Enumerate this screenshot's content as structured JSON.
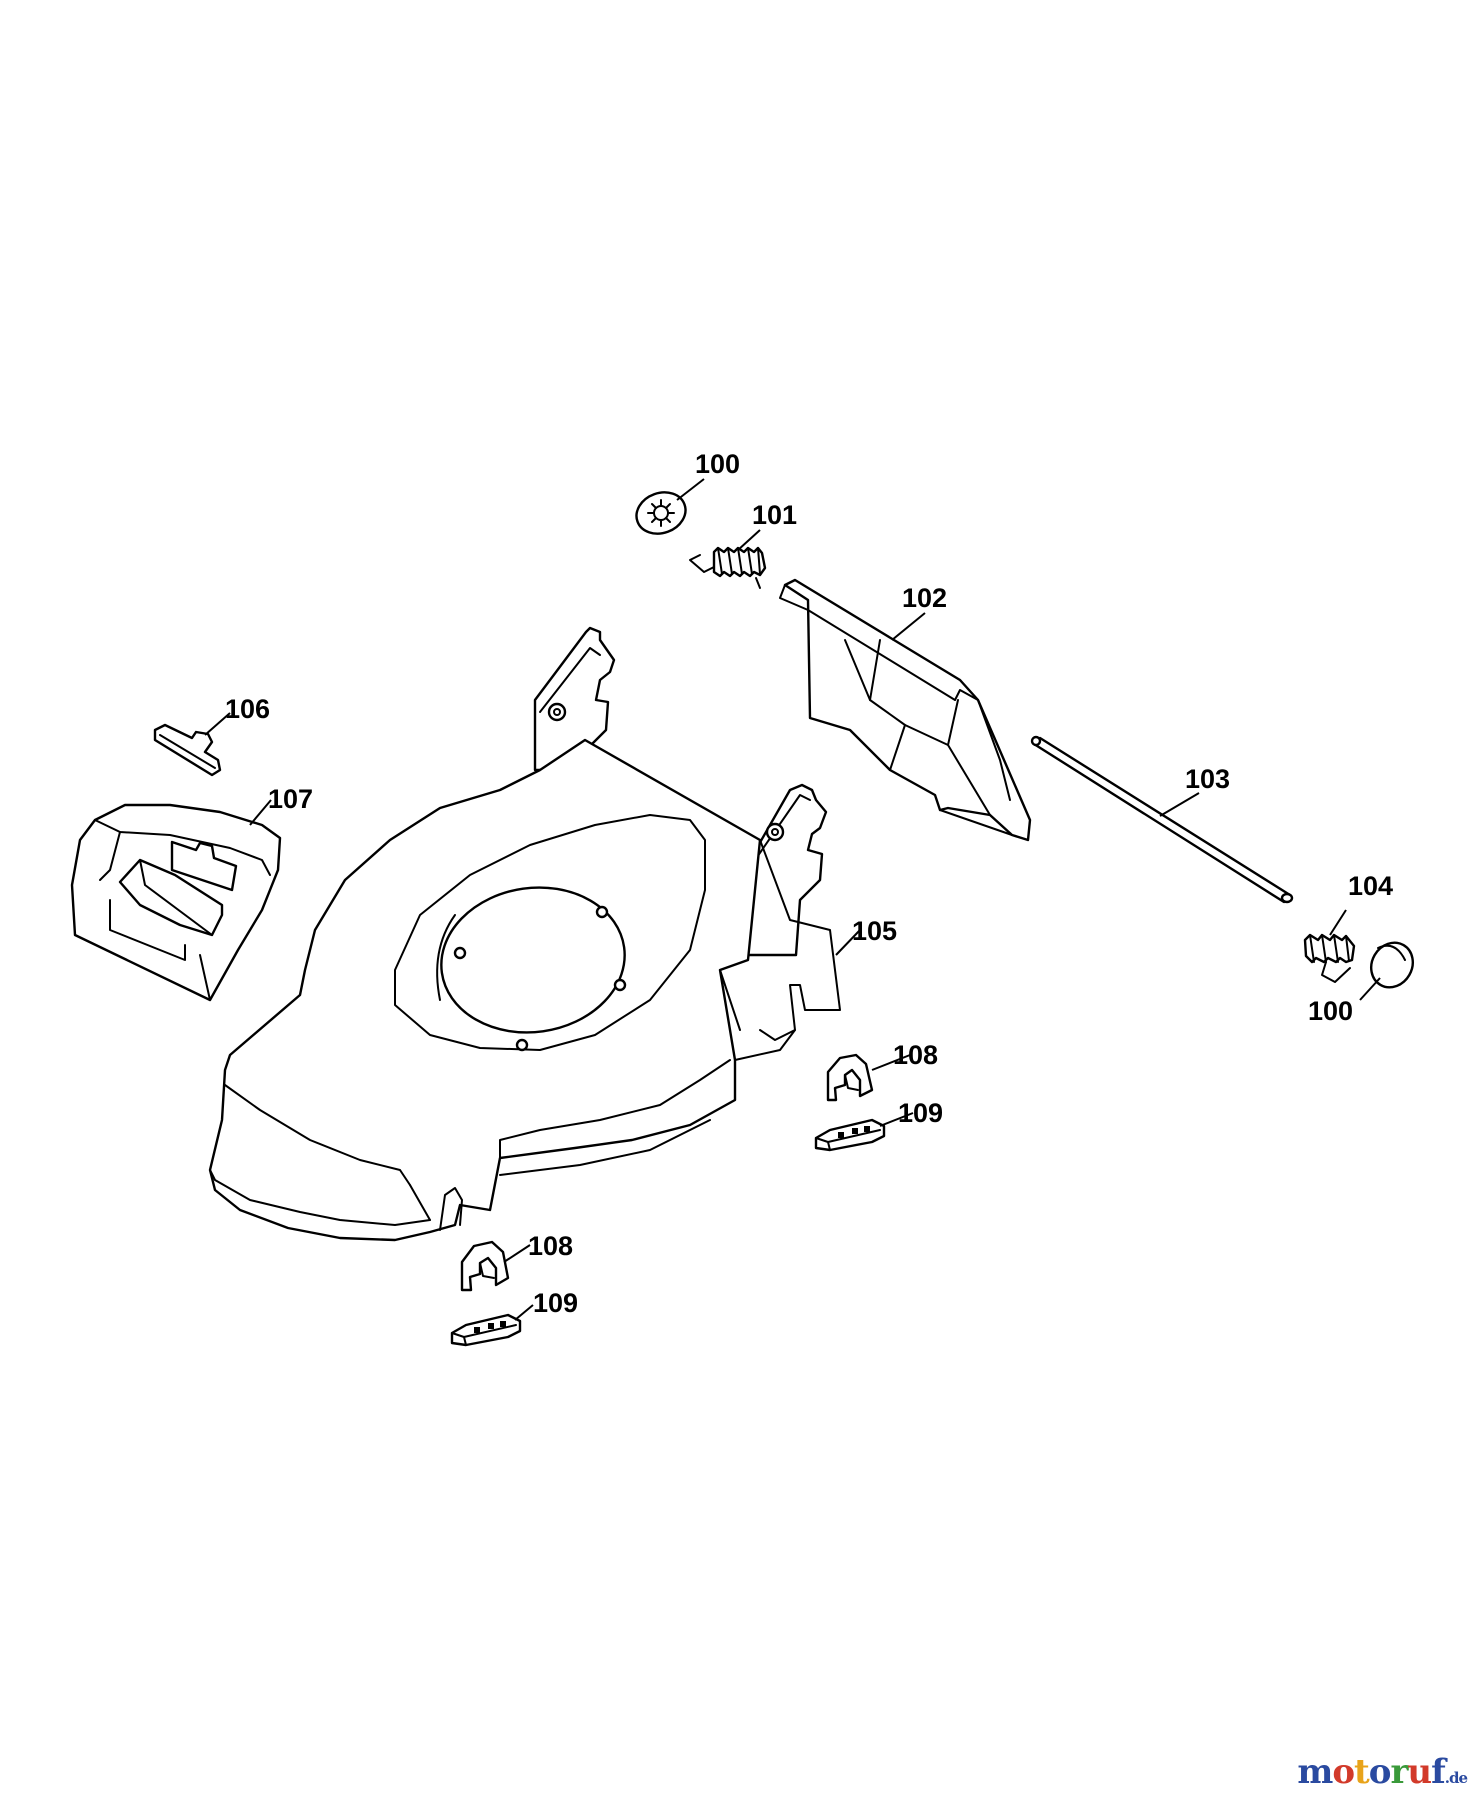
{
  "callouts": [
    {
      "id": "c100a",
      "label": "100"
    },
    {
      "id": "c101",
      "label": "101"
    },
    {
      "id": "c102",
      "label": "102"
    },
    {
      "id": "c103",
      "label": "103"
    },
    {
      "id": "c104",
      "label": "104"
    },
    {
      "id": "c100b",
      "label": "100"
    },
    {
      "id": "c105",
      "label": "105"
    },
    {
      "id": "c106",
      "label": "106"
    },
    {
      "id": "c107",
      "label": "107"
    },
    {
      "id": "c108a",
      "label": "108"
    },
    {
      "id": "c109a",
      "label": "109"
    },
    {
      "id": "c108b",
      "label": "108"
    },
    {
      "id": "c109b",
      "label": "109"
    }
  ],
  "watermark": {
    "letters": [
      "m",
      "o",
      "t",
      "o",
      "r",
      "u",
      "f"
    ],
    "letter_colors": [
      "#2a4aa0",
      "#d23a2a",
      "#e8a31a",
      "#2a4aa0",
      "#3a9a3a",
      "#d23a2a",
      "#2a4aa0"
    ],
    "tld": ".de",
    "tld_color": "#2a4aa0"
  }
}
